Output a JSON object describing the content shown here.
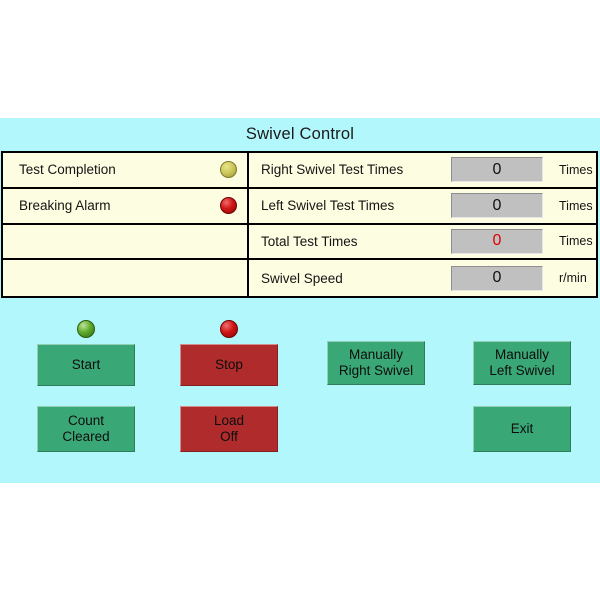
{
  "window": {
    "title": "Swivel Control",
    "background_color": "#b2f7fb",
    "table_background_color": "#fdfde2",
    "value_field_color": "#c0c0c0"
  },
  "status_table": {
    "rows": [
      {
        "left_label": "Test Completion",
        "left_lamp": "lamp-yellow-icon",
        "left_lamp_color": "#cfc95e",
        "right_label": "Right Swivel Test Times",
        "value": "0",
        "value_color": "#101010",
        "unit": "Times"
      },
      {
        "left_label": "Breaking Alarm",
        "left_lamp": "lamp-red-icon",
        "left_lamp_color": "#d01616",
        "right_label": "Left Swivel Test Times",
        "value": "0",
        "value_color": "#101010",
        "unit": "Times"
      },
      {
        "left_label": "",
        "left_lamp": "",
        "left_lamp_color": "",
        "right_label": "Total Test Times",
        "value": "0",
        "value_color": "#e00000",
        "unit": "Times"
      },
      {
        "left_label": "",
        "left_lamp": "",
        "left_lamp_color": "",
        "right_label": "Swivel Speed",
        "value": "0",
        "value_color": "#101010",
        "unit": "r/min"
      }
    ]
  },
  "indicators": [
    {
      "name": "start-status-lamp",
      "state_color": "#5faa2c"
    },
    {
      "name": "stop-status-lamp",
      "state_color": "#cf1414"
    }
  ],
  "controls": {
    "start": "Start",
    "stop": "Stop",
    "manually_right_swivel_line1": "Manually",
    "manually_right_swivel_line2": "Right Swivel",
    "manually_left_swivel_line1": "Manually",
    "manually_left_swivel_line2": "Left Swivel",
    "count_cleared_line1": "Count",
    "count_cleared_line2": "Cleared",
    "load_off_line1": "Load",
    "load_off_line2": "Off",
    "exit": "Exit",
    "green_color": "#3aa876",
    "red_color": "#b02b2b"
  }
}
